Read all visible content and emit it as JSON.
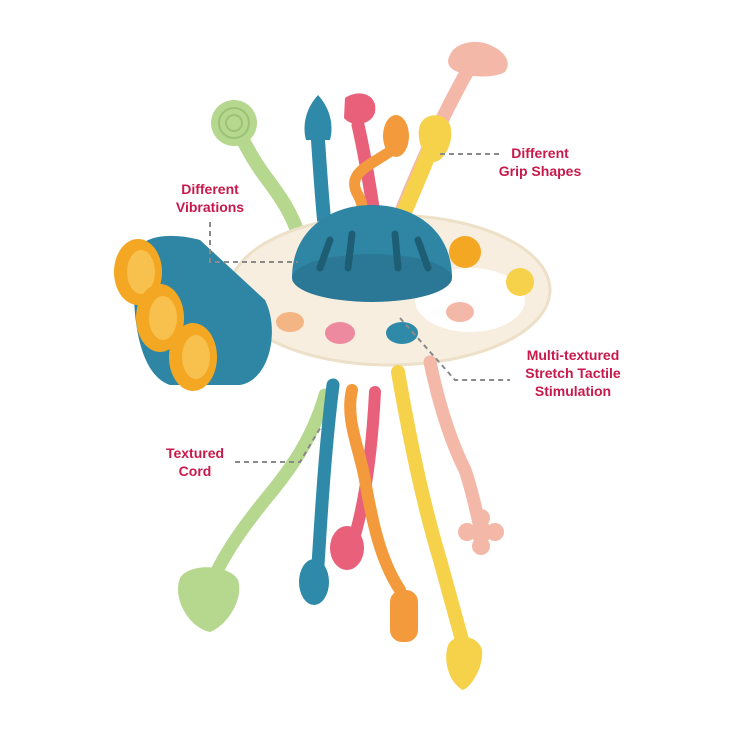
{
  "callouts": {
    "vibrations": {
      "line1": "Different",
      "line2": "Vibrations"
    },
    "grip": {
      "line1": "Different",
      "line2": "Grip Shapes"
    },
    "stretch": {
      "line1": "Multi-textured",
      "line2": "Stretch Tactile",
      "line3": "Stimulation"
    },
    "cord": {
      "line1": "Textured",
      "line2": "Cord"
    }
  },
  "colors": {
    "label_text": "#c8194b",
    "leader_line": "#8a8a8a",
    "base_cream": "#f7eedf",
    "dome_blue": "#2f86a4",
    "wheel_orange": "#f4a723",
    "cord_green": "#b5d78e",
    "cord_teal": "#2e8aa8",
    "cord_pink": "#e8607a",
    "cord_orange": "#f39a3c",
    "cord_yellow": "#f6d24a",
    "cord_blush": "#f4b8a8"
  }
}
